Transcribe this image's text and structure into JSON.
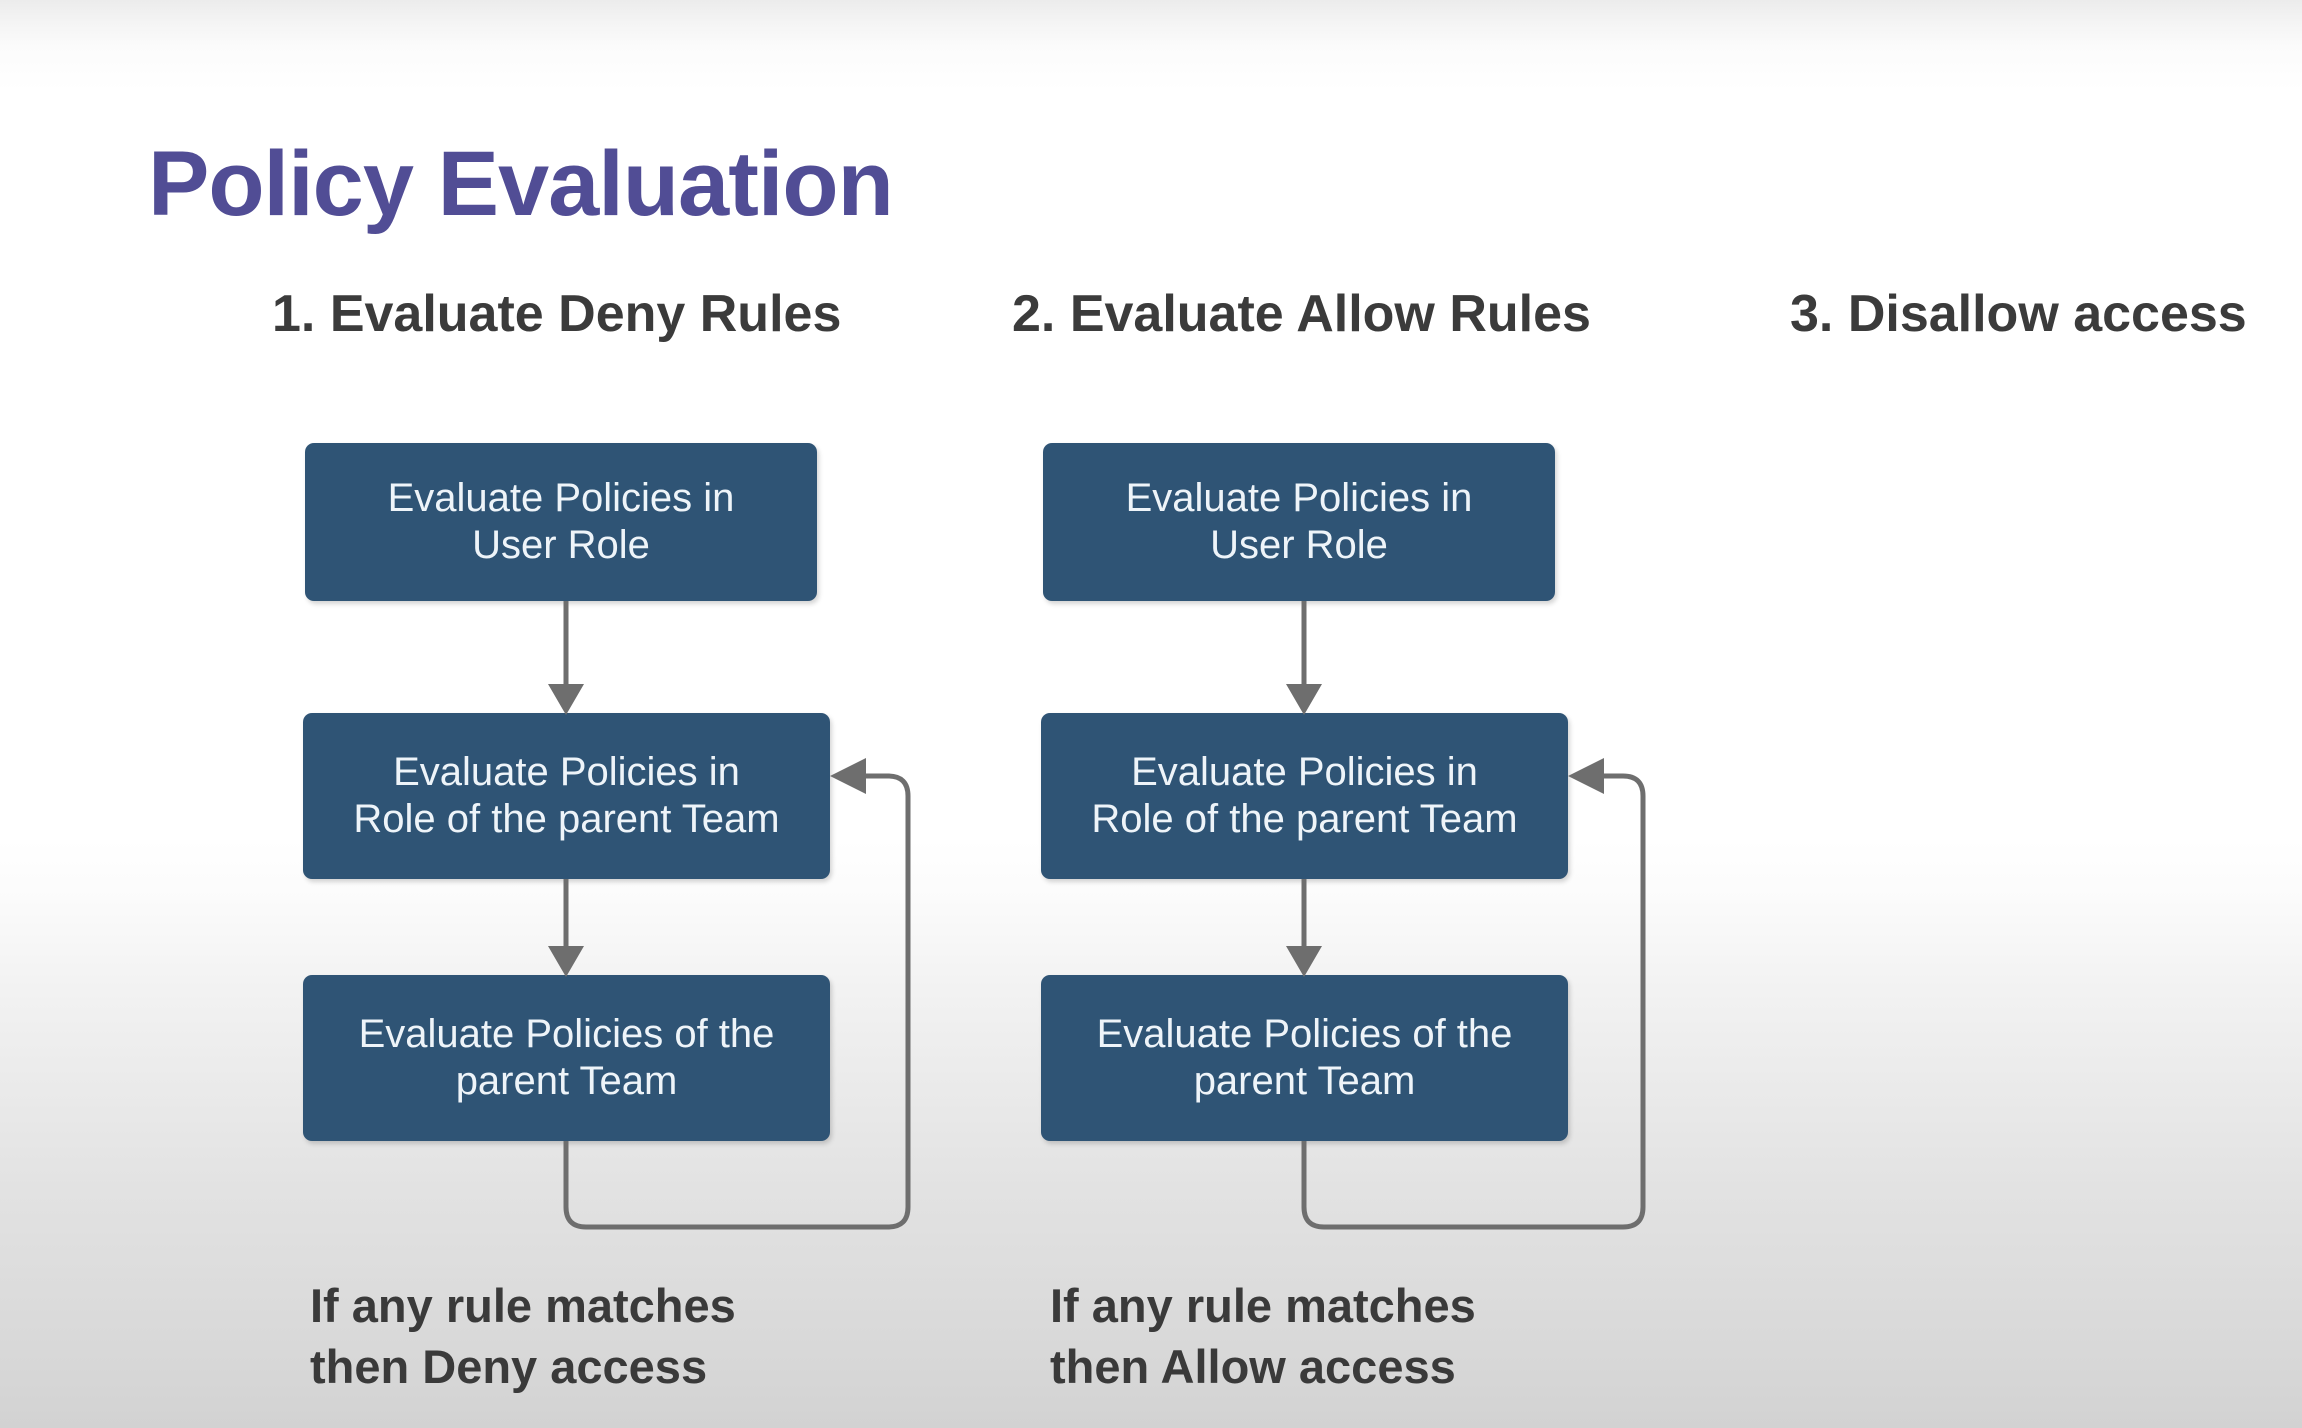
{
  "slide": {
    "title": "Policy Evaluation",
    "title_color": "#514d95",
    "box_color": "#2f5475",
    "box_text_color": "#eef4f9",
    "connector_color": "#6e6e6e",
    "heading_color": "#3b3b3b",
    "background": "white-to-light-gray-vertical-gradient"
  },
  "columns": [
    {
      "heading": "1. Evaluate Deny Rules",
      "boxes": [
        {
          "line1": "Evaluate Policies in",
          "line2": "User Role"
        },
        {
          "line1": "Evaluate Policies in",
          "line2": "Role of the parent Team"
        },
        {
          "line1": "Evaluate Policies of the",
          "line2": "parent Team"
        }
      ],
      "footnote": "If any rule matches\nthen Deny access",
      "has_loop": true
    },
    {
      "heading": "2. Evaluate Allow Rules",
      "boxes": [
        {
          "line1": "Evaluate Policies in",
          "line2": "User Role"
        },
        {
          "line1": "Evaluate Policies in",
          "line2": "Role of the parent Team"
        },
        {
          "line1": "Evaluate Policies of the",
          "line2": "parent Team"
        }
      ],
      "footnote": "If any rule matches\nthen Allow access",
      "has_loop": true
    },
    {
      "heading": "3. Disallow access",
      "boxes": [],
      "footnote": "",
      "has_loop": false
    }
  ]
}
